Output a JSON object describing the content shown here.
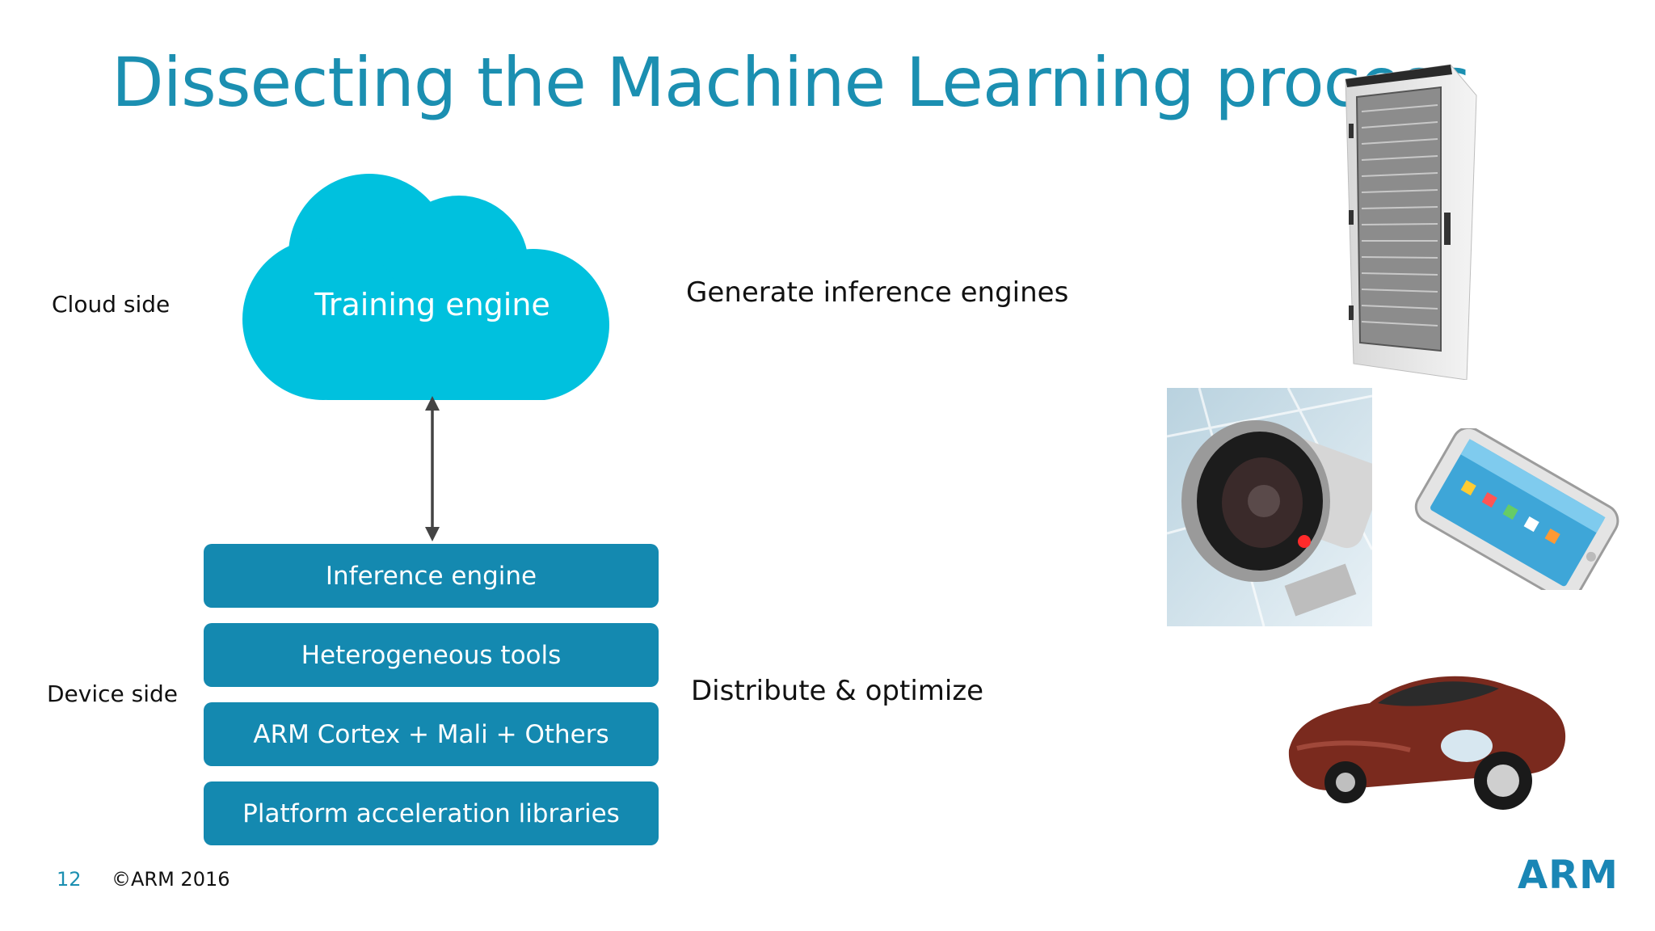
{
  "slide": {
    "title": "Dissecting the Machine Learning process",
    "cloud_side_label": "Cloud side",
    "device_side_label": "Device side",
    "cloud_label": "Training engine",
    "layers": [
      "Inference engine",
      "Heterogeneous tools",
      "ARM Cortex + Mali + Others",
      "Platform acceleration libraries"
    ],
    "generate_text": "Generate inference engines",
    "distribute_text": "Distribute & optimize",
    "page_number": "12",
    "copyright": "©ARM 2016",
    "logo_text": "ARM"
  },
  "icons": [
    "server-rack-icon",
    "security-camera-icon",
    "smartphone-icon",
    "sports-car-icon"
  ],
  "colors": {
    "title": "#1b8fb1",
    "cloud": "#00c1de",
    "layer": "#1489b0",
    "arrow": "#444444",
    "logo": "#1a86b5"
  }
}
